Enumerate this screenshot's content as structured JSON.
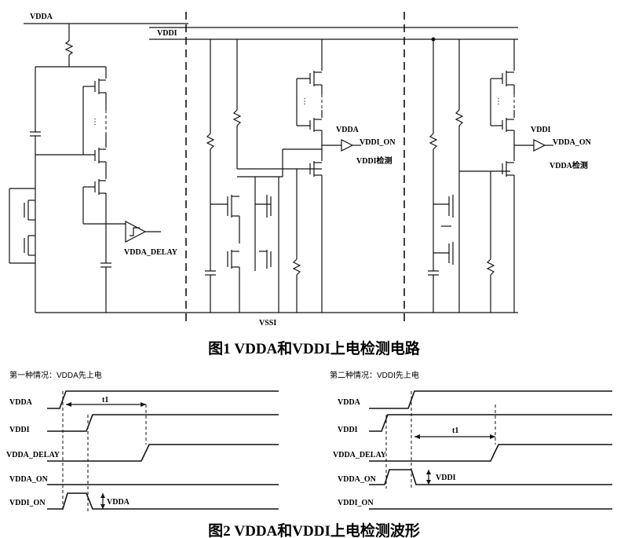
{
  "figure1": {
    "labels": {
      "vdda": "VDDA",
      "vddi": "VDDI",
      "vddi_right": "VDDI",
      "vdda_mid": "VDDA",
      "vddi_on": "VDDI_ON",
      "vddi_detect": "VDDI检测",
      "vdda_on": "VDDA_ON",
      "vdda_detect": "VDDA检测",
      "vdda_delay": "VDDA_DELAY",
      "vssi": "VSSI"
    },
    "caption": "图1   VDDA和VDDI上电检测电路"
  },
  "figure2": {
    "case1": {
      "title": "第一种情况：VDDA先上电",
      "signals": [
        "VDDA",
        "VDDI",
        "VDDA_DELAY",
        "VDDA_ON",
        "VDDI_ON"
      ],
      "t1": "t1",
      "annotation": "VDDA"
    },
    "case2": {
      "title": "第二种情况：VDDI先上电",
      "signals": [
        "VDDA",
        "VDDI",
        "VDDA_DELAY",
        "VDDA_ON",
        "VDDI_ON"
      ],
      "t1": "t1",
      "annotation": "VDDI"
    },
    "caption": "图2   VDDA和VDDI上电检测波形"
  }
}
